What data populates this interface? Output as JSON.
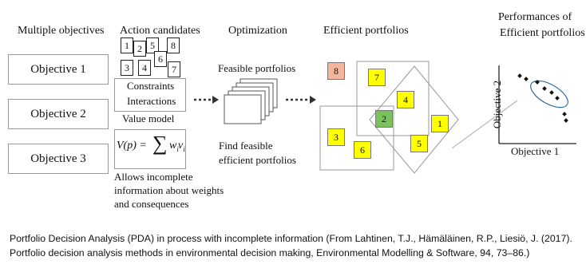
{
  "headers": {
    "objectives": "Multiple objectives",
    "actions": "Action candidates",
    "optimization": "Optimization",
    "efficient": "Efficient portfolios",
    "performances_line1": "Performances of",
    "performances_line2": "Efficient portfolios"
  },
  "objectives": [
    "Objective 1",
    "Objective 2",
    "Objective 3"
  ],
  "action_cards": [
    "1",
    "2",
    "5",
    "8",
    "3",
    "4",
    "6",
    "7"
  ],
  "constraints": {
    "line1": "Constraints",
    "line2": "Interactions"
  },
  "value_model": {
    "label": "Value model",
    "formula_lhs": "V(p) =",
    "sigma": "∑",
    "formula_rhs": "w",
    "sub_i": "i",
    "formula_v": "v"
  },
  "allows_text": [
    "Allows incomplete",
    "information about weights",
    "and consequences"
  ],
  "feasible": {
    "label": "Feasible portfolios",
    "find_line1": "Find feasible",
    "find_line2": "efficient portfolios"
  },
  "portfolios": [
    {
      "label": "8",
      "color": "#f4b59a"
    },
    {
      "label": "7",
      "color": "#ffff00"
    },
    {
      "label": "4",
      "color": "#ffff00"
    },
    {
      "label": "2",
      "color": "#7ac25a"
    },
    {
      "label": "1",
      "color": "#ffff00"
    },
    {
      "label": "3",
      "color": "#ffff00"
    },
    {
      "label": "6",
      "color": "#ffff00"
    },
    {
      "label": "5",
      "color": "#ffff00"
    }
  ],
  "axes": {
    "y_label": "Objective 2",
    "x_label": "Objective 1"
  },
  "caption": "Portfolio Decision Analysis (PDA) in process with incomplete information (From Lahtinen, T.J., Hämäläinen, R.P., Liesiö, J. (2017). Portfolio decision analysis methods in environmental decision making, Environmental Modelling & Software, 94, 73–86.)"
}
